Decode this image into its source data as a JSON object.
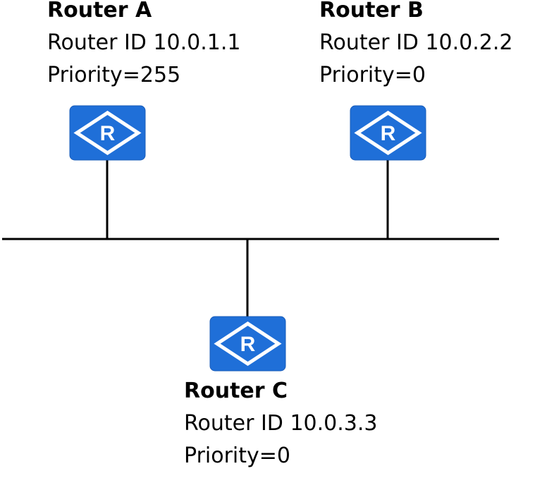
{
  "colors": {
    "router_fill": "#1f6fd8",
    "router_edge": "#1a5cb8",
    "router_symbol": "#ffffff",
    "link": "#000000"
  },
  "icons": {
    "router": "router-icon"
  },
  "routers": {
    "a": {
      "name": "Router A",
      "router_id": "Router ID 10.0.1.1",
      "priority": "Priority=255"
    },
    "b": {
      "name": "Router B",
      "router_id": "Router ID 10.0.2.2",
      "priority": "Priority=0"
    },
    "c": {
      "name": "Router C",
      "router_id": "Router ID 10.0.3.3",
      "priority": "Priority=0"
    }
  },
  "router_symbol_letter": "R"
}
